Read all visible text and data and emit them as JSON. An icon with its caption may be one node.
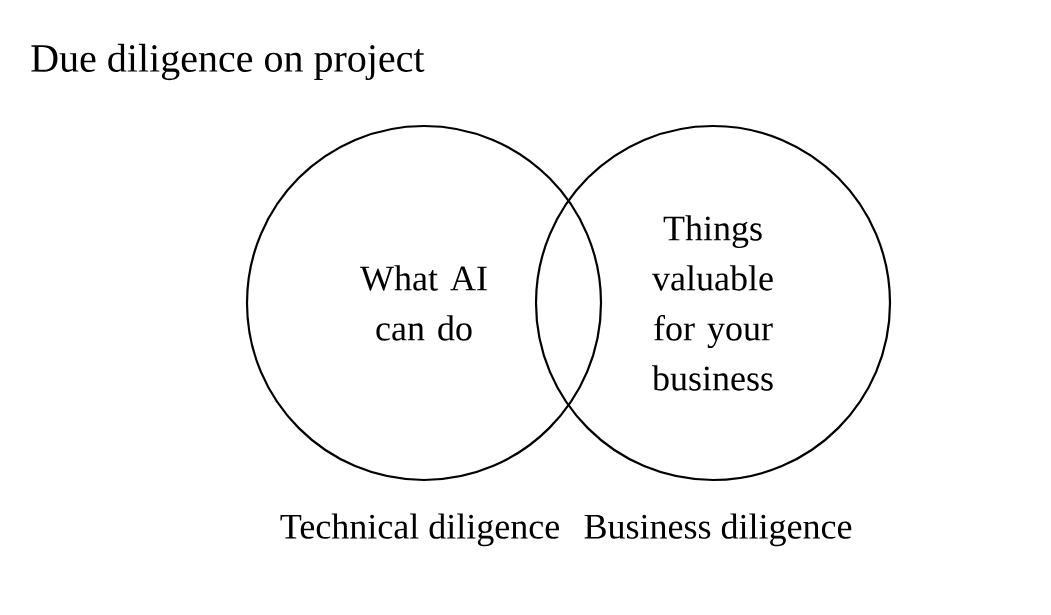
{
  "diagram": {
    "title": "Due diligence on project",
    "nodes": [
      {
        "text": [
          "What AI can do"
        ],
        "beside": [
          "Technical diligence"
        ]
      },
      {
        "text": [
          "Things valuable for your business"
        ],
        "beside": [
          "Business diligence"
        ]
      }
    ]
  }
}
